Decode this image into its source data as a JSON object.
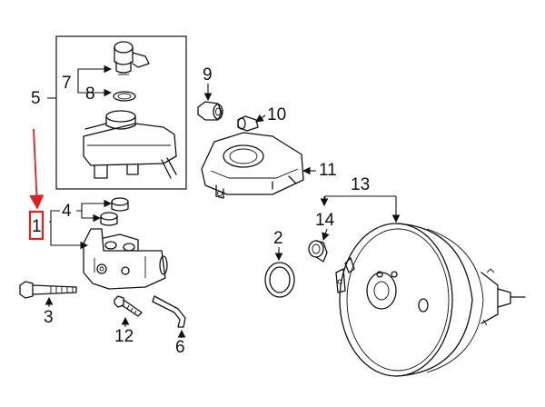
{
  "diagram": {
    "callouts": {
      "c1": "1",
      "c2": "2",
      "c3": "3",
      "c4": "4",
      "c5": "5",
      "c6": "6",
      "c7": "7",
      "c8": "8",
      "c9": "9",
      "c10": "10",
      "c11": "11",
      "c12": "12",
      "c13": "13",
      "c14": "14"
    },
    "highlight_color": "#e0201c",
    "line_color": "#111111",
    "background": "#ffffff"
  }
}
